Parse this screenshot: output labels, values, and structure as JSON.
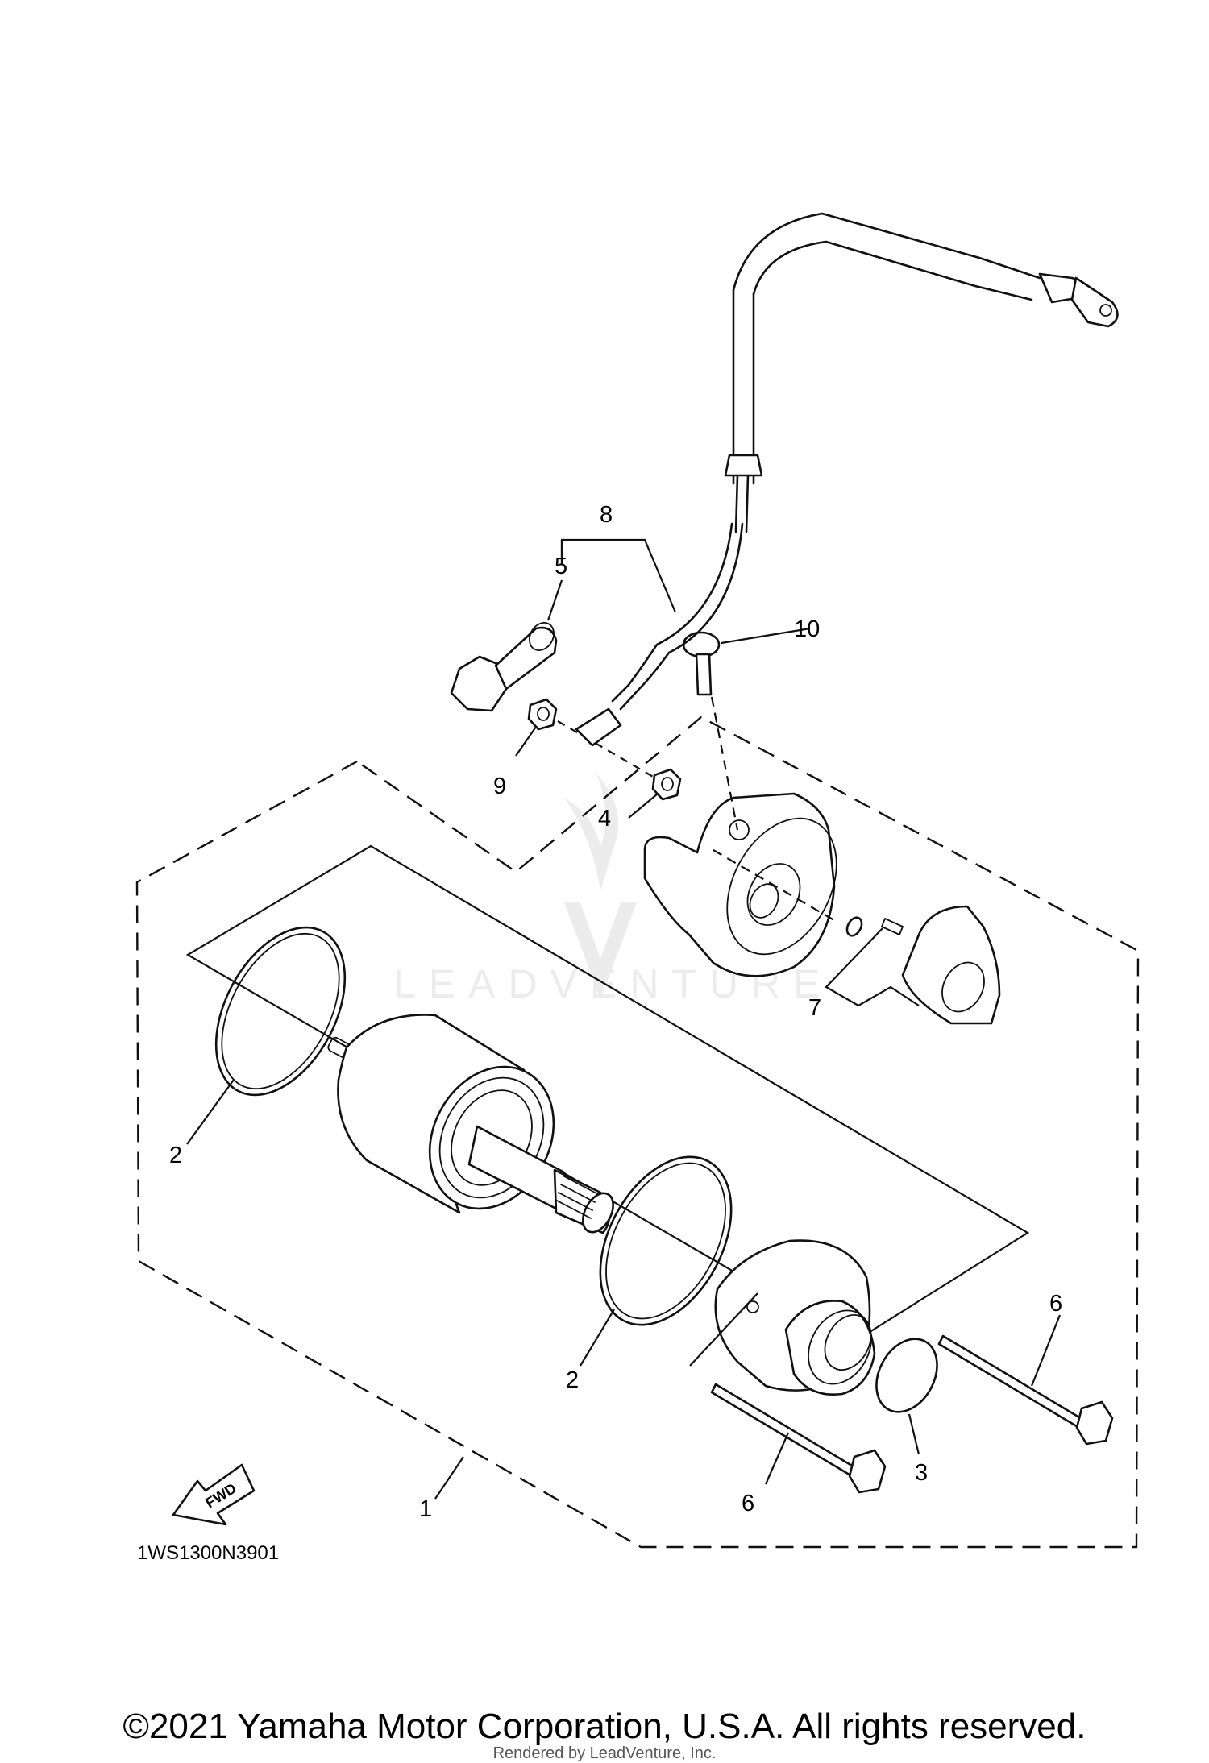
{
  "watermark": {
    "text": "LEADVENTURE"
  },
  "diagram": {
    "code": "1WS1300N3901",
    "fwd_label": "FWD",
    "callouts": {
      "c1": "1",
      "c2a": "2",
      "c2b": "2",
      "c3": "3",
      "c4": "4",
      "c5": "5",
      "c6a": "6",
      "c6b": "6",
      "c7": "7",
      "c8": "8",
      "c9": "9",
      "c10": "10"
    }
  },
  "footer": {
    "copyright": "©2021 Yamaha Motor Corporation, U.S.A. All rights reserved.",
    "rendered_by": "Rendered by LeadVenture, Inc."
  }
}
